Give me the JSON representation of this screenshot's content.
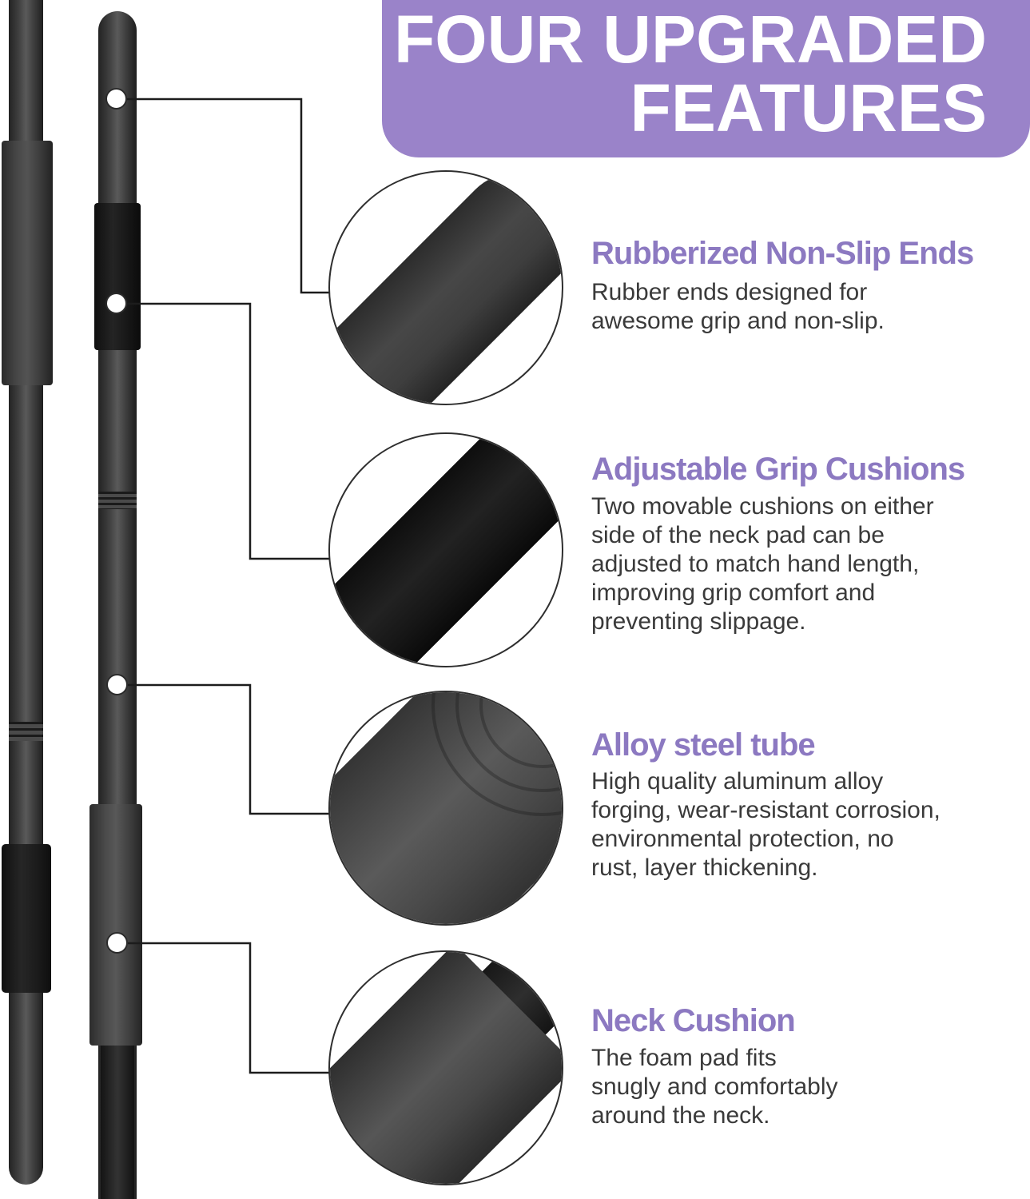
{
  "header": {
    "title_line1": "FOUR UPGRADED",
    "title_line2": "FEATURES"
  },
  "features": [
    {
      "title": "Rubberized Non-Slip Ends",
      "body": "Rubber ends designed for\nawesome grip and non-slip."
    },
    {
      "title": "Adjustable Grip Cushions",
      "body": "Two movable cushions on either\nside of the neck pad can be\nadjusted to match hand length,\nimproving grip comfort and\npreventing slippage."
    },
    {
      "title": "Alloy steel tube",
      "body": "High quality aluminum alloy\nforging, wear-resistant corrosion,\nenvironmental protection, no\nrust, layer thickening."
    },
    {
      "title": "Neck Cushion",
      "body": "The foam pad fits\nsnugly and comfortably\naround the neck."
    }
  ],
  "colors": {
    "banner-purple": "#9a83c9",
    "banner-text": "#ffffff",
    "heading-purple": "#8c79c1",
    "body-text": "#3a3a3a",
    "line-color": "#1c1c1c",
    "pole-dark": "#2a2a2a",
    "foam-black": "#161616"
  }
}
